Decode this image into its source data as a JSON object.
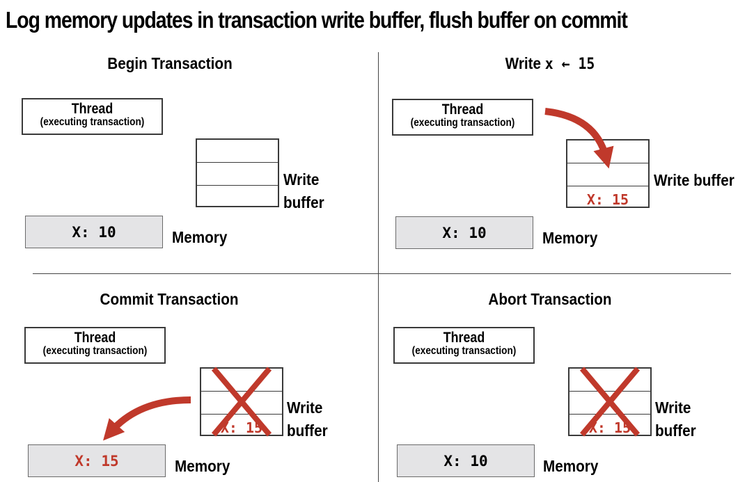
{
  "title": "Log memory updates in transaction write buffer, flush buffer on commit",
  "thread": {
    "name": "Thread",
    "detail": "(executing transaction)"
  },
  "labels": {
    "memory": "Memory",
    "write": "Write",
    "buffer": "buffer",
    "write_buffer": "Write buffer"
  },
  "quadrants": {
    "begin": {
      "title": "Begin Transaction",
      "memory_value": "X: 10"
    },
    "write": {
      "title_word": "Write",
      "title_expr": "x ← 15",
      "memory_value": "X: 10",
      "buffer_entry": "X: 15"
    },
    "commit": {
      "title": "Commit Transaction",
      "memory_value": "X: 15",
      "buffer_entry": "X: 15"
    },
    "abort": {
      "title": "Abort Transaction",
      "memory_value": "X: 10",
      "buffer_entry": "X: 15"
    }
  },
  "colors": {
    "arrow": "#c0392b",
    "cross": "#c0392b",
    "memory_fill": "#e4e4e6",
    "highlight_text": "#c0392b"
  }
}
